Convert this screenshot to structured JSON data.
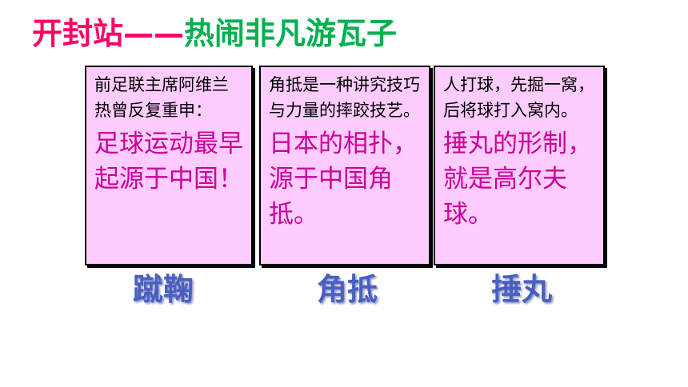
{
  "title": {
    "part1": "开封站——",
    "part2": "热闹非凡游瓦子"
  },
  "cards": [
    {
      "desc": "前足联主席阿维兰热曾反复重申：",
      "highlight": "足球运动最早起源于中国！",
      "label": "蹴鞠"
    },
    {
      "desc": "角抵是一种讲究技巧与力量的摔跤技艺。",
      "highlight": "日本的相扑，源于中国角抵。",
      "label": "角抵"
    },
    {
      "desc": "人打球，先掘一窝，后将球打入窝内。",
      "highlight": "捶丸的形制，就是高尔夫球。",
      "label": "捶丸"
    }
  ],
  "colors": {
    "title_pink": "#ff0066",
    "title_green": "#00b050",
    "card_background": "#ffccff",
    "highlight_magenta": "#cc0099",
    "label_blue": "#4a5fc1"
  }
}
